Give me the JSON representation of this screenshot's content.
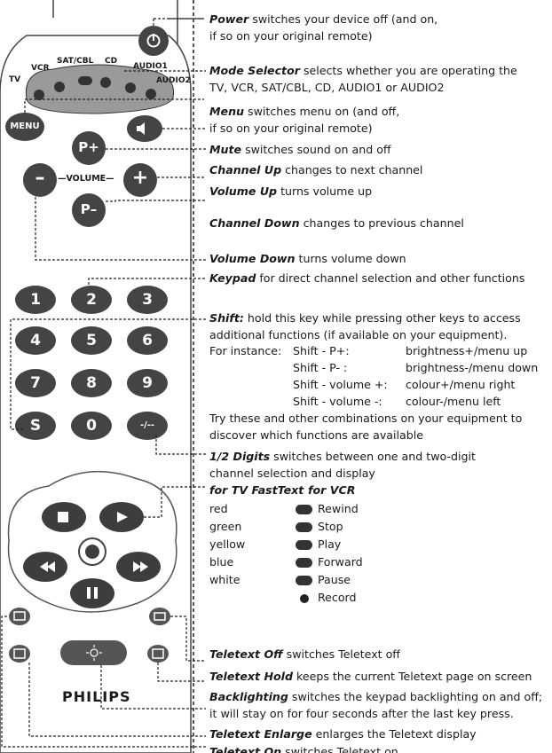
{
  "remote": {
    "mode_labels": [
      "TV",
      "VCR",
      "SAT/CBL",
      "CD",
      "AUDIO1",
      "AUDIO2"
    ],
    "keys": {
      "menu": "MENU",
      "volume": "—VOLUME—",
      "p_plus": "P+",
      "p_minus": "P–",
      "minus": "–",
      "plus": "+",
      "keypad": [
        "1",
        "2",
        "3",
        "4",
        "5",
        "6",
        "7",
        "8",
        "9",
        "S",
        "0",
        "-/--"
      ]
    },
    "brand": "PHILIPS"
  },
  "descriptions": {
    "power": {
      "term": "Power",
      "text": " switches your device off (and on,",
      "line2": "if so on your original remote)"
    },
    "mode": {
      "term": "Mode Selector",
      "text": " selects whether you are operating the",
      "line2": "TV, VCR, SAT/CBL, CD, AUDIO1 or AUDIO2"
    },
    "menu": {
      "term": "Menu",
      "text": " switches menu on (and off,",
      "line2": "if so on your original remote)"
    },
    "mute": {
      "term": "Mute",
      "text": " switches sound on and off"
    },
    "ch_up": {
      "term": "Channel Up",
      "text": " changes to next channel"
    },
    "vol_up": {
      "term": "Volume Up",
      "text": " turns volume up"
    },
    "ch_down": {
      "term": "Channel Down",
      "text": " changes to previous channel"
    },
    "vol_down": {
      "term": "Volume Down",
      "text": " turns volume down"
    },
    "keypad": {
      "term": "Keypad",
      "text": " for direct channel selection and other functions"
    },
    "shift": {
      "term": "Shift:",
      "text": " hold this key while pressing other keys to access",
      "line2": "additional functions (if available on your equipment).",
      "instance_label": "For instance:",
      "rows": [
        {
          "combo": "Shift - P+:",
          "effect": "brightness+/menu up"
        },
        {
          "combo": "Shift - P- :",
          "effect": "brightness-/menu down"
        },
        {
          "combo": "Shift - volume +:",
          "effect": "colour+/menu right"
        },
        {
          "combo": "Shift - volume -:",
          "effect": "colour-/menu left"
        }
      ],
      "line_after1": "Try these and other combinations on your equipment to",
      "line_after2": "discover which functions are available"
    },
    "digits": {
      "term": "1/2 Digits",
      "text": " switches between one and two-digit",
      "line2": "channel selection and display"
    },
    "colour_keys": {
      "header_tv": "for TV FastText",
      "header_vcr": "for VCR",
      "rows": [
        {
          "tv": "red",
          "vcr": "Rewind",
          "icon": "rewind-icon"
        },
        {
          "tv": "green",
          "vcr": "Stop",
          "icon": "stop-icon"
        },
        {
          "tv": "yellow",
          "vcr": "Play",
          "icon": "play-icon"
        },
        {
          "tv": "blue",
          "vcr": "Forward",
          "icon": "forward-icon"
        },
        {
          "tv": "white",
          "vcr": "Pause",
          "icon": "pause-icon"
        },
        {
          "tv": "",
          "vcr": "Record",
          "icon": "record-icon"
        }
      ]
    },
    "tt_off": {
      "term": "Teletext Off",
      "text": " switches Teletext off"
    },
    "tt_hold": {
      "term": "Teletext Hold",
      "text": " keeps the current Teletext page on screen"
    },
    "backlight": {
      "term": "Backlighting",
      "text": " switches the keypad backlighting on and off;",
      "line2": "it will stay on for four seconds after the last key press."
    },
    "tt_enlarge": {
      "term": "Teletext Enlarge",
      "text": " enlarges the Teletext display"
    },
    "tt_on": {
      "term": "Teletext On",
      "text": " switches Teletext on"
    }
  }
}
